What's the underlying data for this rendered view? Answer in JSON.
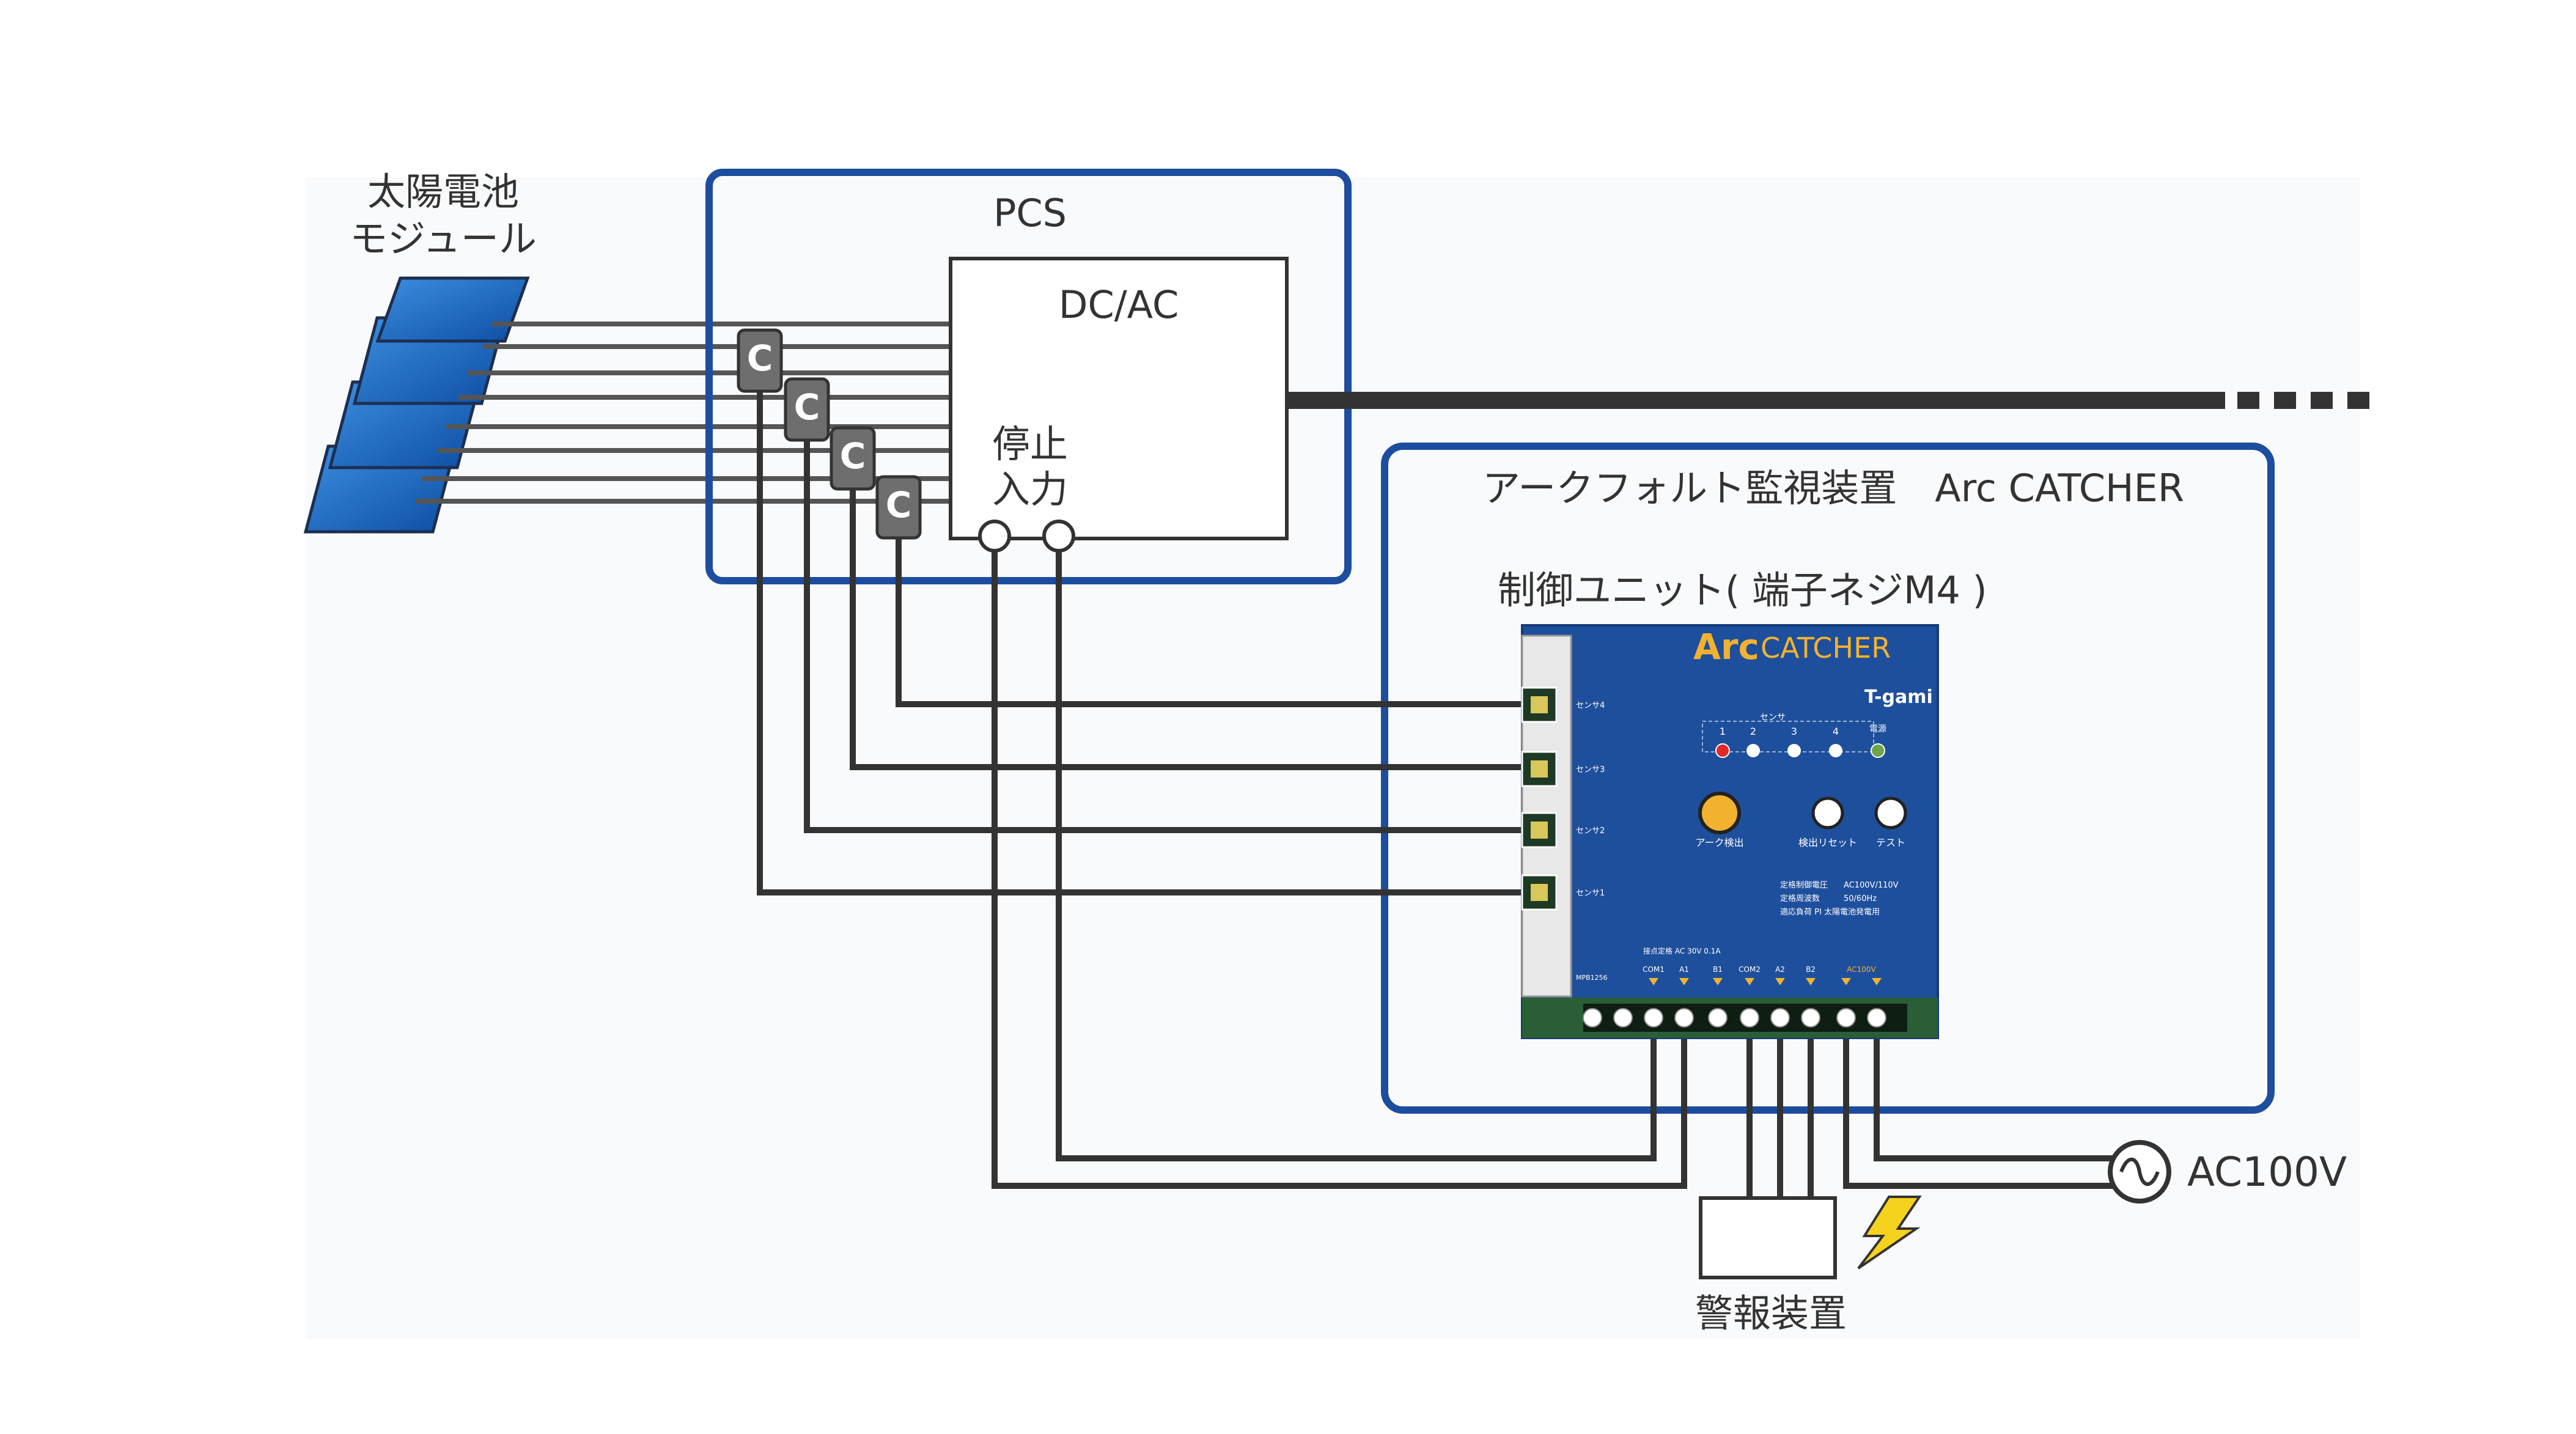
{
  "labels": {
    "solar_line1": "太陽電池",
    "solar_line2": "モジュール",
    "pcs": "PCS",
    "dcac": "DC/AC",
    "stop_line1": "停止",
    "stop_line2": "入力",
    "monitor_title": "アークフォルト監視装置　Arc CATCHER",
    "unit_title": "制御ユニット( 端子ネジM4 )",
    "ac100v": "AC100V",
    "alarm": "警報装置"
  },
  "device": {
    "brand_arc": "Arc",
    "brand_catcher": " CATCHER",
    "maker": "T-gami",
    "sensor_header": "センサ",
    "led_numbers": [
      "1",
      "2",
      "3",
      "4"
    ],
    "power_label": "電源",
    "button_arc": "アーク検出",
    "button_reset": "検出リセット",
    "button_test": "テスト",
    "sensor_inputs": [
      "センサ4",
      "センサ3",
      "センサ2",
      "センサ1"
    ],
    "spec_lines": [
      "定格制御電圧　　AC100V/110V",
      "定格周波数　　　50/60Hz",
      "適応負荷 PI 太陽電池発電用"
    ],
    "terminal_header": "接点定格 AC 30V 0.1A",
    "terminal_labels": [
      "COM1",
      "A1",
      "B1",
      "COM2",
      "A2",
      "B2",
      "AC100V"
    ],
    "model": "MPB1256"
  },
  "colors": {
    "frame_blue": "#1d4d9e",
    "device_blue": "#1e4f9c",
    "brand_gold": "#f2b230",
    "panel_blue": "#1f6fc4",
    "wire": "#333333"
  },
  "icons": [
    "solar-panel-icon",
    "current-sensor-icon",
    "ac-source-icon",
    "lightning-icon"
  ]
}
